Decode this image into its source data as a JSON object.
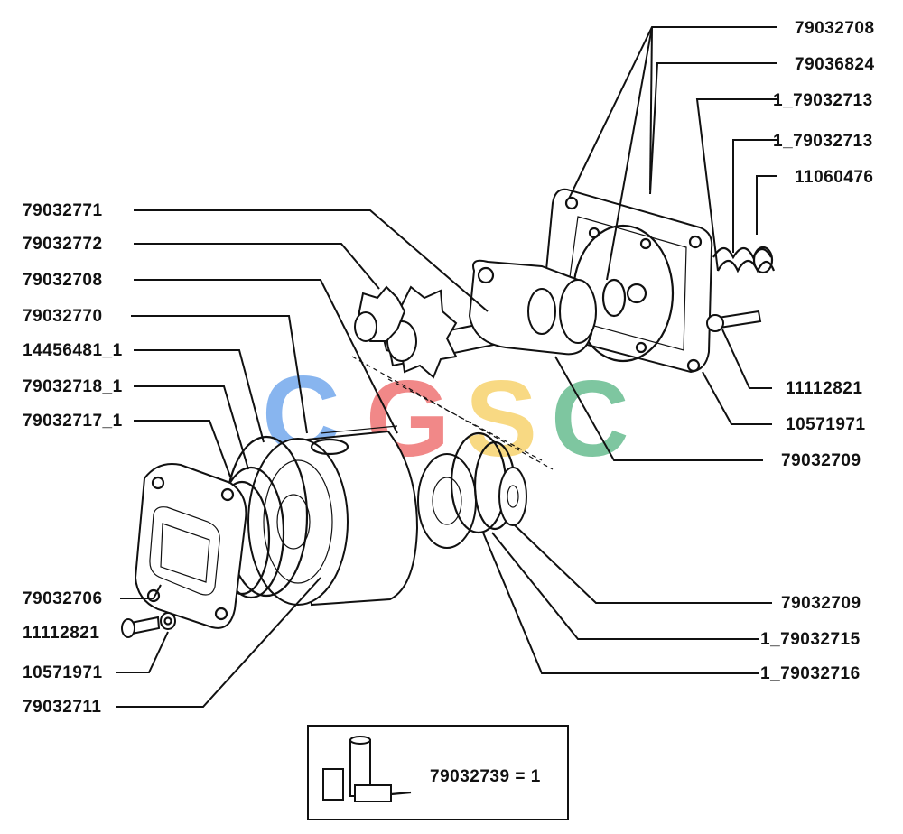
{
  "watermark": {
    "letters": [
      "C",
      "G",
      "S",
      "C"
    ],
    "colors": [
      "#4a8fe8",
      "#ea4a4a",
      "#f5c542",
      "#3aa86e"
    ]
  },
  "labels": {
    "top_right": [
      "79032708",
      "79036824",
      "1_79032713",
      "1_79032713",
      "11060476"
    ],
    "right_mid": [
      "11112821",
      "10571971",
      "79032709"
    ],
    "right_bottom": [
      "79032709",
      "1_79032715",
      "1_79032716"
    ],
    "left": [
      "79032771",
      "79032772",
      "79032708",
      "79032770",
      "14456481_1",
      "79032718_1",
      "79032717_1"
    ],
    "left_bottom": [
      "79032706",
      "11112821",
      "10571971",
      "79032711"
    ]
  },
  "kit": {
    "text": "79032739 = 1"
  }
}
